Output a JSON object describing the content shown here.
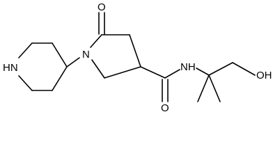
{
  "molecule": {
    "atom_labels": {
      "piperidine_nh": "HN",
      "ring_n": "N",
      "ring_carbonyl_o": "O",
      "amide_nh": "NH",
      "amide_o": "O",
      "hydroxyl": "OH"
    },
    "colors": {
      "bond": "#000000",
      "text": "#000000",
      "background": "#ffffff"
    }
  }
}
